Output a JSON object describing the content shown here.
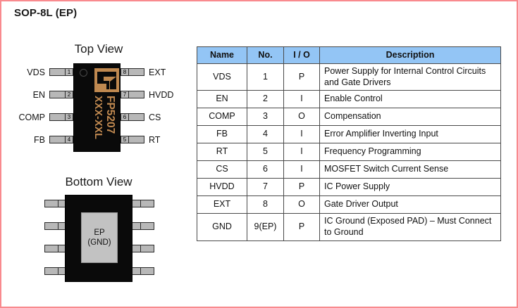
{
  "package": {
    "title": "SOP-8L (EP)"
  },
  "top_view": {
    "caption": "Top View",
    "marking_line1": "FP5207",
    "marking_line2": "XXX-XXL",
    "logo_name": "feeling-technology-logo",
    "pin_dot_name": "pin-1-orientation-dot",
    "pins_left": [
      {
        "number": "1",
        "label": "VDS"
      },
      {
        "number": "2",
        "label": "EN"
      },
      {
        "number": "3",
        "label": "COMP"
      },
      {
        "number": "4",
        "label": "FB"
      }
    ],
    "pins_right": [
      {
        "number": "8",
        "label": "EXT"
      },
      {
        "number": "7",
        "label": "HVDD"
      },
      {
        "number": "6",
        "label": "CS"
      },
      {
        "number": "5",
        "label": "RT"
      }
    ]
  },
  "bottom_view": {
    "caption": "Bottom View",
    "pad_line1": "EP",
    "pad_line2": "(GND)"
  },
  "pin_table": {
    "headers": [
      "Name",
      "No.",
      "I / O",
      "Description"
    ],
    "rows": [
      {
        "name": "VDS",
        "no": "1",
        "io": "P",
        "desc": "Power Supply for Internal Control Circuits and Gate Drivers"
      },
      {
        "name": "EN",
        "no": "2",
        "io": "I",
        "desc": "Enable Control"
      },
      {
        "name": "COMP",
        "no": "3",
        "io": "O",
        "desc": "Compensation"
      },
      {
        "name": "FB",
        "no": "4",
        "io": "I",
        "desc": "Error Amplifier Inverting Input"
      },
      {
        "name": "RT",
        "no": "5",
        "io": "I",
        "desc": "Frequency Programming"
      },
      {
        "name": "CS",
        "no": "6",
        "io": "I",
        "desc": "MOSFET Switch Current Sense"
      },
      {
        "name": "HVDD",
        "no": "7",
        "io": "P",
        "desc": "IC Power Supply"
      },
      {
        "name": "EXT",
        "no": "8",
        "io": "O",
        "desc": "Gate Driver Output"
      },
      {
        "name": "GND",
        "no": "9(EP)",
        "io": "P",
        "desc": "IC Ground (Exposed PAD) – Must Connect to Ground"
      }
    ]
  },
  "colors": {
    "header_blue": "#93c5f5",
    "marking_orange": "#c08950",
    "chip_black": "#0a0a0a",
    "pin_gray": "#b8b8b8",
    "page_border_pink": "#f98a8e"
  }
}
